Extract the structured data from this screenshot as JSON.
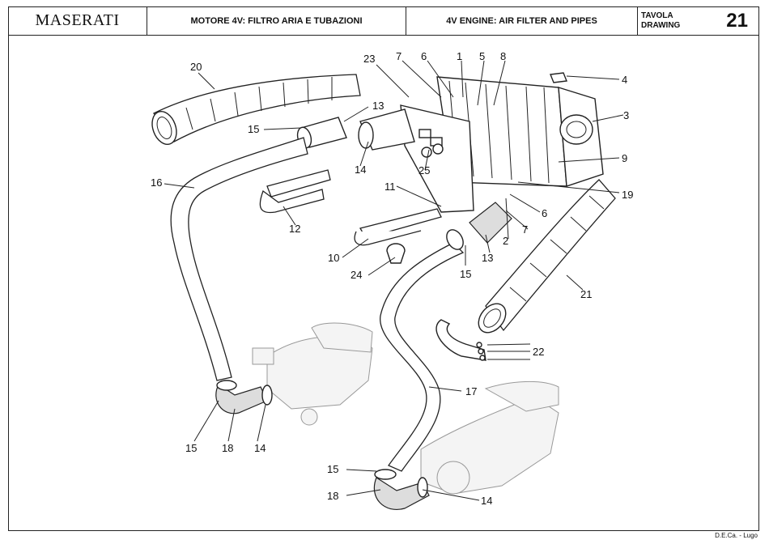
{
  "header": {
    "brand": "MASERATI",
    "title_it": "MOTORE 4V: FILTRO ARIA E TUBAZIONI",
    "title_en": "4V ENGINE: AIR FILTER AND PIPES",
    "tavola_label": "TAVOLA",
    "drawing_label": "DRAWING",
    "drawing_number": "21"
  },
  "footer": {
    "credit": "D.E.Ca. - Lugo"
  },
  "callouts": [
    "20",
    "23",
    "7",
    "6",
    "1",
    "5",
    "8",
    "4",
    "3",
    "13",
    "15",
    "14",
    "16",
    "12",
    "11",
    "25",
    "9",
    "19",
    "6",
    "7",
    "2",
    "10",
    "24",
    "13",
    "15",
    "21",
    "22",
    "17",
    "15",
    "18",
    "14",
    "15",
    "18",
    "14"
  ]
}
